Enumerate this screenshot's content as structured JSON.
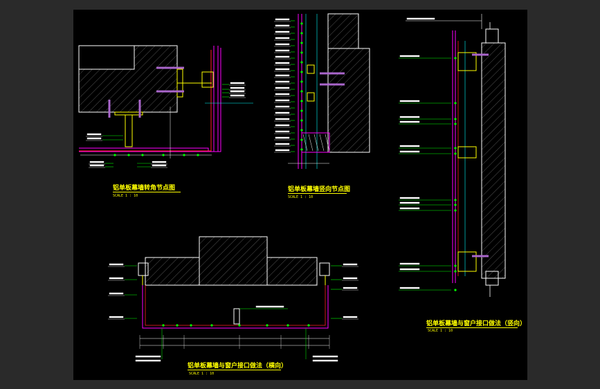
{
  "drawing": {
    "background": "#000000",
    "frame_color": "#2a2a2a",
    "colors": {
      "wall_fill_outline": "#ffffff",
      "hatch": "#8a8a8a",
      "panel_line": "#ff00ff",
      "red_line": "#ff2020",
      "leader": "#00ff00",
      "aux_line": "#00ffff",
      "anchor_bolt": "#aa66cc",
      "steel": "#ffff00",
      "label_text": "#ffffff",
      "title_text": "#ffff00"
    },
    "titles": [
      {
        "id": "top-left",
        "text": "铝单板幕墙转角节点图",
        "scale": "SCALE 1 : 10"
      },
      {
        "id": "top-middle",
        "text": "铝单板幕墙竖向节点图",
        "scale": "SCALE 1 : 10"
      },
      {
        "id": "right",
        "text": "铝单板幕墙与窗户接口做法（竖向）",
        "scale": "SCALE 1 : 10"
      },
      {
        "id": "bottom",
        "text": "铝单板幕墙与窗户接口做法（横向）",
        "scale": "SCALE 1 : 10"
      }
    ]
  }
}
